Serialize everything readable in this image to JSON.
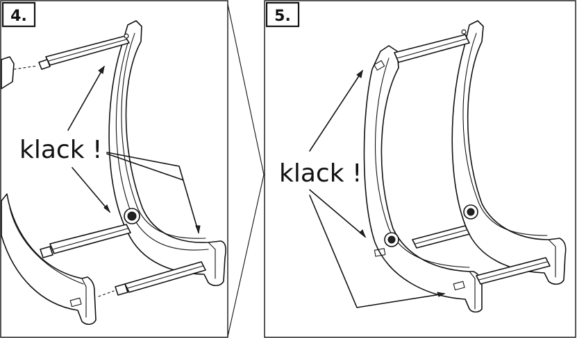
{
  "panels": [
    {
      "step": "4.",
      "label": "klack !"
    },
    {
      "step": "5.",
      "label": "klack !"
    }
  ],
  "icons": [
    "guitar-stand-assembly-illustration",
    "leg-rod-insertion-illustration",
    "zoom-connector-lines"
  ]
}
